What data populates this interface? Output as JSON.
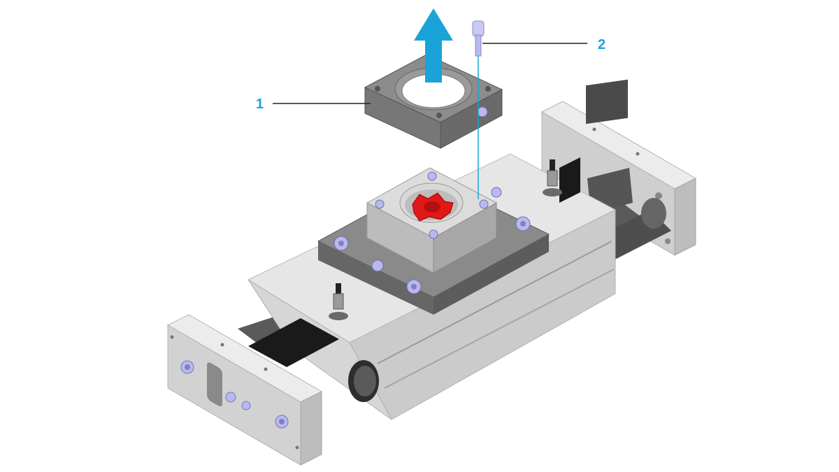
{
  "figure": {
    "callouts": [
      {
        "label": "1",
        "target": "bearing-flange"
      },
      {
        "label": "2",
        "target": "socket-screw"
      }
    ]
  },
  "colors": {
    "callout_text": "#1aa3d9",
    "guide_line": "#1aa3d9",
    "arrow": "#1aa3d9",
    "leader": "#222222",
    "aluminum_light": "#e3e3e3",
    "aluminum_mid": "#c8c8c8",
    "aluminum_dark": "#9c9c9c",
    "dark_gray": "#6e6e6e",
    "rod": "#555555",
    "black": "#1a1a1a",
    "screw": "#b9b9f0",
    "coupling": "#e01818"
  },
  "icons": [
    "upward-arrow-icon"
  ]
}
